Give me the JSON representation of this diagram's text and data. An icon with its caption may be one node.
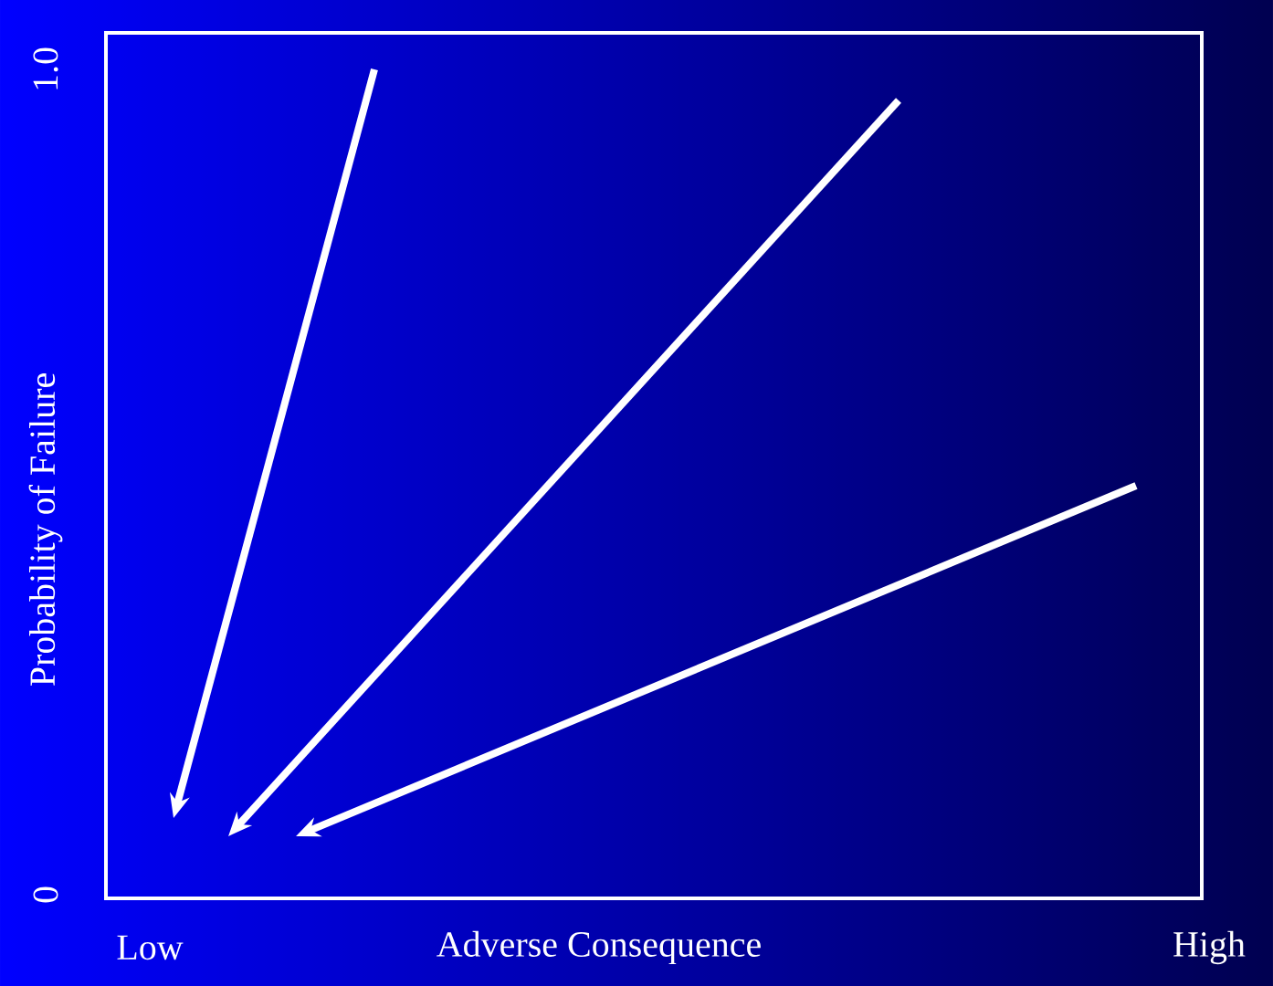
{
  "diagram": {
    "labels": [
      "1.0",
      "Probability of Failure",
      "0",
      "Low",
      "Adverse Consequence",
      "High"
    ]
  }
}
